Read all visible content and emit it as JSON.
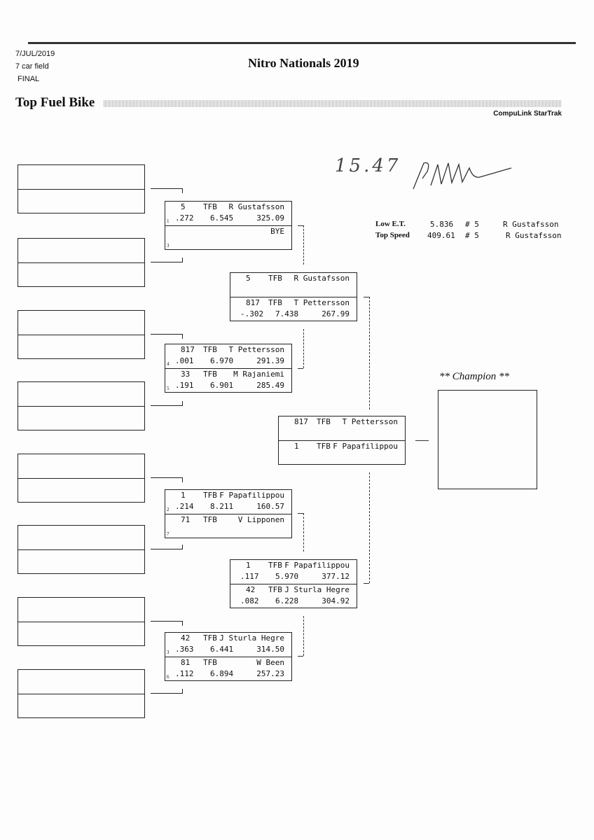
{
  "header": {
    "date": "7/JUL/2019",
    "field": "7 car field",
    "round": "FINAL",
    "title": "Nitro Nationals 2019",
    "class": "Top Fuel Bike",
    "software": "CompuLink StarTrak"
  },
  "handwritten": {
    "note": "15.47"
  },
  "stats": {
    "low_et": {
      "label": "Low E.T.",
      "value": "5.836",
      "car": "# 5",
      "driver": "R Gustafsson"
    },
    "top_speed": {
      "label": "Top Speed",
      "value": "409.61",
      "car": "# 5",
      "driver": "R Gustafsson"
    }
  },
  "champion": {
    "title": "** Champion **"
  },
  "round1": [
    {
      "top": {
        "num": "5",
        "cls": "TFB",
        "name": "R Gustafsson",
        "rt": ".272",
        "et": "6.545",
        "mph": "325.09",
        "lane": "1"
      },
      "bot": {
        "num": "",
        "cls": "",
        "name": "BYE",
        "rt": "",
        "et": "",
        "mph": "",
        "lane": "3"
      }
    },
    {
      "top": {
        "num": "817",
        "cls": "TFB",
        "name": "T Pettersson",
        "rt": ".001",
        "et": "6.970",
        "mph": "291.39",
        "lane": "4"
      },
      "bot": {
        "num": "33",
        "cls": "TFB",
        "name": "M Rajaniemi",
        "rt": ".191",
        "et": "6.901",
        "mph": "285.49",
        "lane": "5"
      }
    },
    {
      "top": {
        "num": "1",
        "cls": "TFB",
        "name": "F Papafilippou",
        "rt": ".214",
        "et": "8.211",
        "mph": "160.57",
        "lane": "2"
      },
      "bot": {
        "num": "71",
        "cls": "TFB",
        "name": "V Lipponen",
        "rt": "",
        "et": "",
        "mph": "",
        "lane": "7"
      }
    },
    {
      "top": {
        "num": "42",
        "cls": "TFB",
        "name": "J Sturla Hegre",
        "rt": ".363",
        "et": "6.441",
        "mph": "314.50",
        "lane": "3"
      },
      "bot": {
        "num": "81",
        "cls": "TFB",
        "name": "W Been",
        "rt": ".112",
        "et": "6.894",
        "mph": "257.23",
        "lane": "6"
      }
    }
  ],
  "round2": [
    {
      "top": {
        "num": "5",
        "cls": "TFB",
        "name": "R Gustafsson",
        "rt": "",
        "et": "",
        "mph": "",
        "lane": ""
      },
      "bot": {
        "num": "817",
        "cls": "TFB",
        "name": "T Pettersson",
        "rt": "-.302",
        "et": "7.438",
        "mph": "267.99",
        "lane": ""
      }
    },
    {
      "top": {
        "num": "1",
        "cls": "TFB",
        "name": "F Papafilippou",
        "rt": ".117",
        "et": "5.970",
        "mph": "377.12",
        "lane": ""
      },
      "bot": {
        "num": "42",
        "cls": "TFB",
        "name": "J Sturla Hegre",
        "rt": ".082",
        "et": "6.228",
        "mph": "304.92",
        "lane": ""
      }
    }
  ],
  "final": [
    {
      "top": {
        "num": "817",
        "cls": "TFB",
        "name": "T Pettersson",
        "rt": "",
        "et": "",
        "mph": "",
        "lane": ""
      },
      "bot": {
        "num": "1",
        "cls": "TFB",
        "name": "F Papafilippou",
        "rt": "",
        "et": "",
        "mph": "",
        "lane": ""
      }
    }
  ]
}
